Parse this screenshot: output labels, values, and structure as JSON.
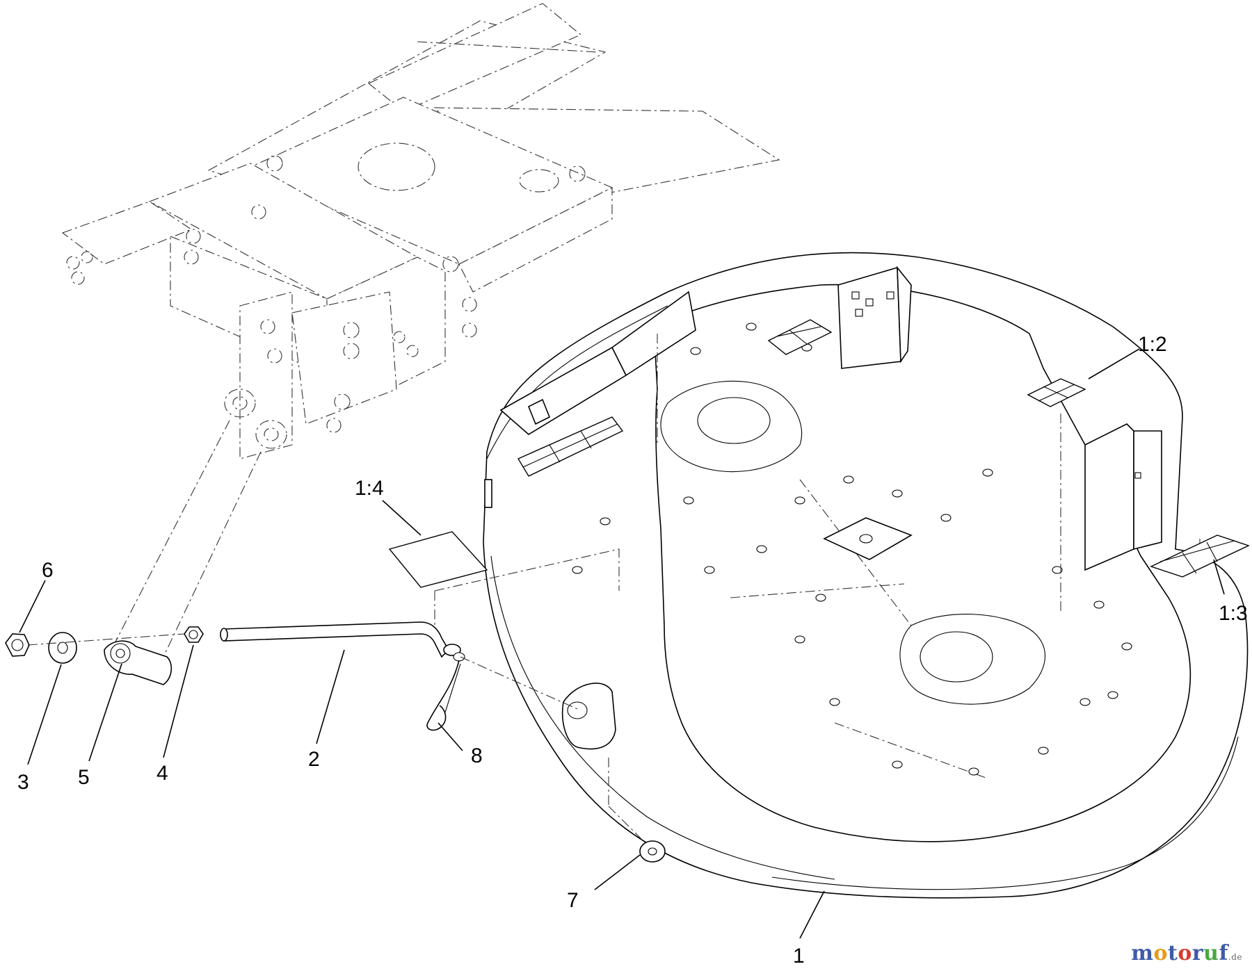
{
  "callouts": {
    "c1": "1",
    "c1_2": "1:2",
    "c1_3": "1:3",
    "c1_4": "1:4",
    "c2": "2",
    "c3": "3",
    "c4": "4",
    "c5": "5",
    "c6": "6",
    "c7": "7",
    "c8": "8"
  },
  "watermark": {
    "letters": [
      {
        "ch": "m",
        "color": "#3f5aa8"
      },
      {
        "ch": "o",
        "color": "#e89a1d"
      },
      {
        "ch": "t",
        "color": "#3f5aa8"
      },
      {
        "ch": "o",
        "color": "#d93a2b"
      },
      {
        "ch": "r",
        "color": "#3f5aa8"
      },
      {
        "ch": "u",
        "color": "#49a845"
      },
      {
        "ch": "f",
        "color": "#3f5aa8"
      }
    ],
    "suffix": ".de"
  }
}
